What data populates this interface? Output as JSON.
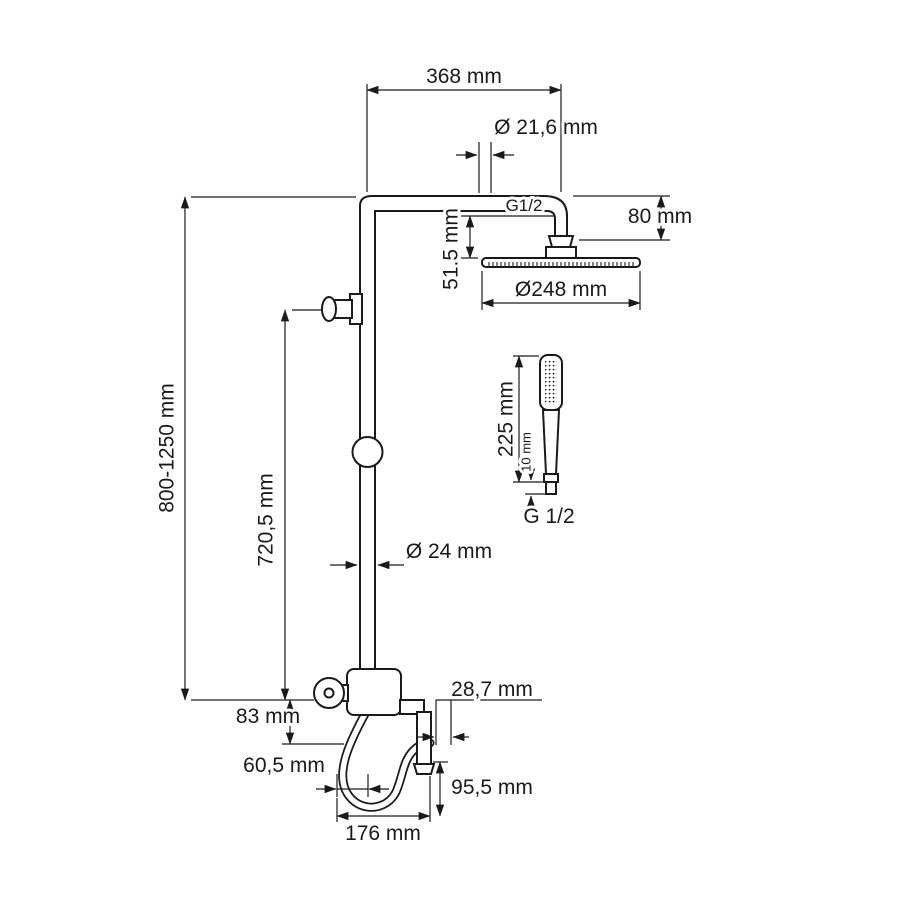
{
  "diagram": {
    "subject": "shower-system-dimensional-drawing",
    "colors": {
      "line": "#1a1a1a",
      "background": "#ffffff"
    },
    "labels": {
      "width_368": "368 mm",
      "dia_21_6": "Ø 21,6 mm",
      "thread_top": "G1/2",
      "drop_80": "80 mm",
      "offset_51_5": "51.5 mm",
      "dia_248": "Ø248 mm",
      "height_800_1250": "800-1250 mm",
      "riser_720_5": "720,5 mm",
      "wand_225": "225 mm",
      "wand_10": "10 mm",
      "thread_bottom": "G 1/2",
      "dia_24": "Ø 24 mm",
      "drop_83": "83 mm",
      "offset_28_7": "28,7 mm",
      "offset_60_5": "60,5 mm",
      "height_95_5": "95,5 mm",
      "width_176": "176 mm"
    }
  }
}
